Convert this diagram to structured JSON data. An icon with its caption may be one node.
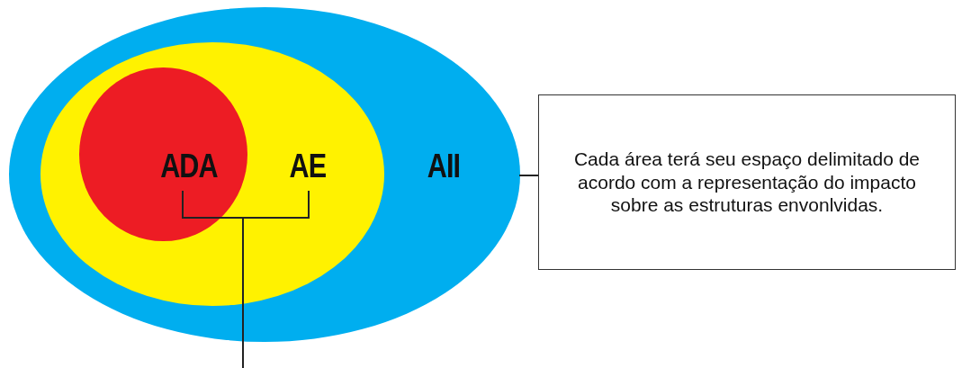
{
  "diagram": {
    "nodes": [
      {
        "text": [
          "AII"
        ]
      },
      {
        "text": [
          "AE"
        ],
        "in": 0
      },
      {
        "text": [
          "ADA"
        ],
        "in": 1
      },
      {
        "text": [
          "Cada área terá seu espaço delimitado de acordo com a representação do impacto sobre as estruturas envonlvidas."
        ]
      }
    ],
    "edges": [
      {
        "from": 3,
        "to": 0,
        "arrow": "none"
      },
      {
        "from": 2,
        "to": null,
        "arrow": "none"
      },
      {
        "from": 1,
        "to": null,
        "arrow": "none"
      }
    ]
  }
}
